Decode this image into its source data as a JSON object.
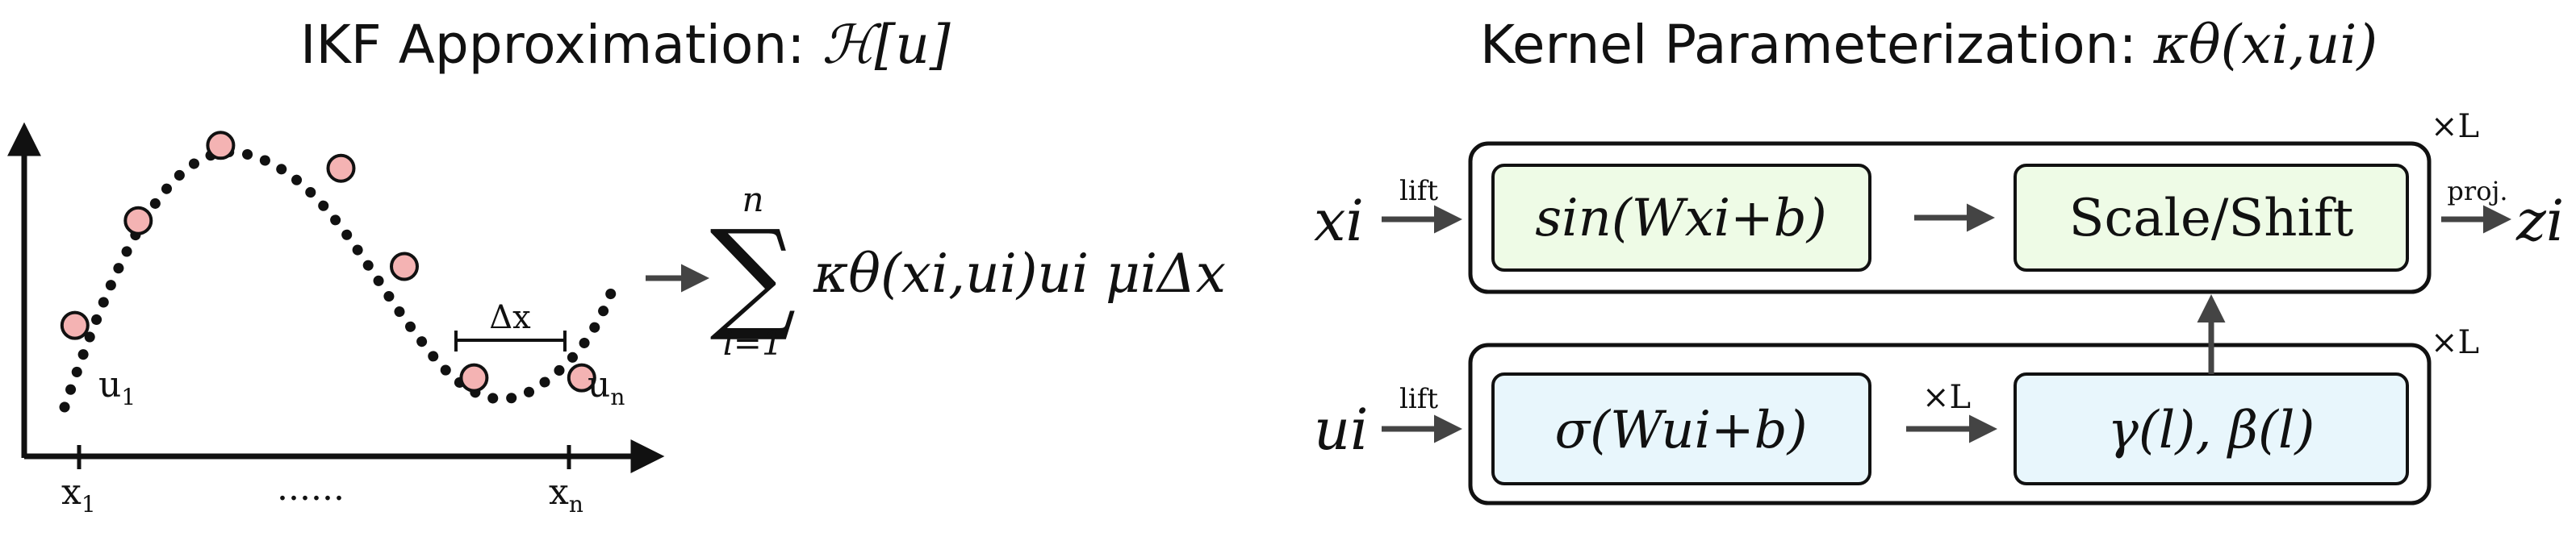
{
  "left_panel": {
    "title_text": "IKF Approximation: ",
    "title_math": "ℋ[u]",
    "labels": {
      "u1": "u",
      "u1_sub": "1",
      "un": "u",
      "un_sub": "n",
      "x1": "x",
      "x1_sub": "1",
      "xn": "x",
      "xn_sub": "n",
      "dots": "......",
      "delta_x": "Δx"
    },
    "formula": {
      "sum_symbol": "∑",
      "upper": "n",
      "lower": "i=1",
      "term": "κθ(xi,ui)ui μiΔx"
    }
  },
  "right_panel": {
    "title_text": "Kernel Parameterization: ",
    "title_math": "κθ(xi,ui)",
    "input_x": "xi",
    "input_u": "ui",
    "output_z": "zi",
    "lift_label": "lift",
    "proj_label": "proj.",
    "repeat_label": "×L",
    "blocks": {
      "sin": "sin(Wxi+b)",
      "scale_shift": "Scale/Shift",
      "sigma": "σ(Wui+b)",
      "gamma_beta": "γ(l), β(l)"
    },
    "colors": {
      "green_fill": "#eefbe6",
      "blue_fill": "#e8f6fc",
      "arrow": "#444444",
      "stroke": "#111111"
    }
  },
  "curve": {
    "sample_points": [
      {
        "x": 0.08,
        "y": 0.4
      },
      {
        "x": 0.18,
        "y": 0.72
      },
      {
        "x": 0.31,
        "y": 0.95
      },
      {
        "x": 0.5,
        "y": 0.88
      },
      {
        "x": 0.6,
        "y": 0.58
      },
      {
        "x": 0.71,
        "y": 0.24
      },
      {
        "x": 0.88,
        "y": 0.24
      }
    ]
  }
}
